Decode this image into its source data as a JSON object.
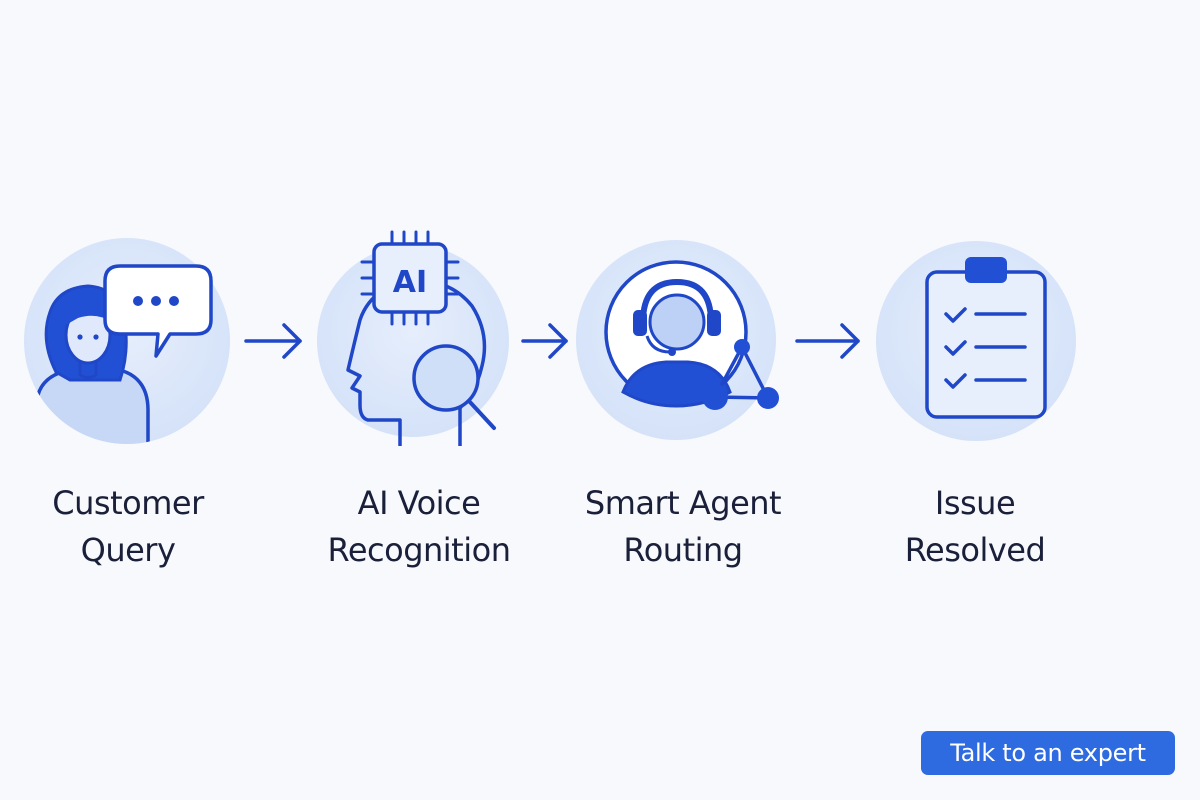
{
  "steps": [
    {
      "line1": "Customer",
      "line2": "Query"
    },
    {
      "line1": "AI Voice",
      "line2": "Recognition"
    },
    {
      "line1": "Smart Agent",
      "line2": "Routing"
    },
    {
      "line1": "Issue",
      "line2": "Resolved"
    }
  ],
  "chip_text": "AI",
  "cta": {
    "label": "Talk to an expert"
  },
  "colors": {
    "stroke": "#1f47c7",
    "circle_fill": "#dce7fa",
    "circle_fill_light": "#e4edfb",
    "button": "#2e6ae0",
    "text": "#1a1f3a",
    "background": "#f7f9fc"
  },
  "icons": [
    "woman-with-speech-bubble-icon",
    "ai-head-magnifier-icon",
    "support-agent-network-icon",
    "clipboard-checklist-icon"
  ]
}
